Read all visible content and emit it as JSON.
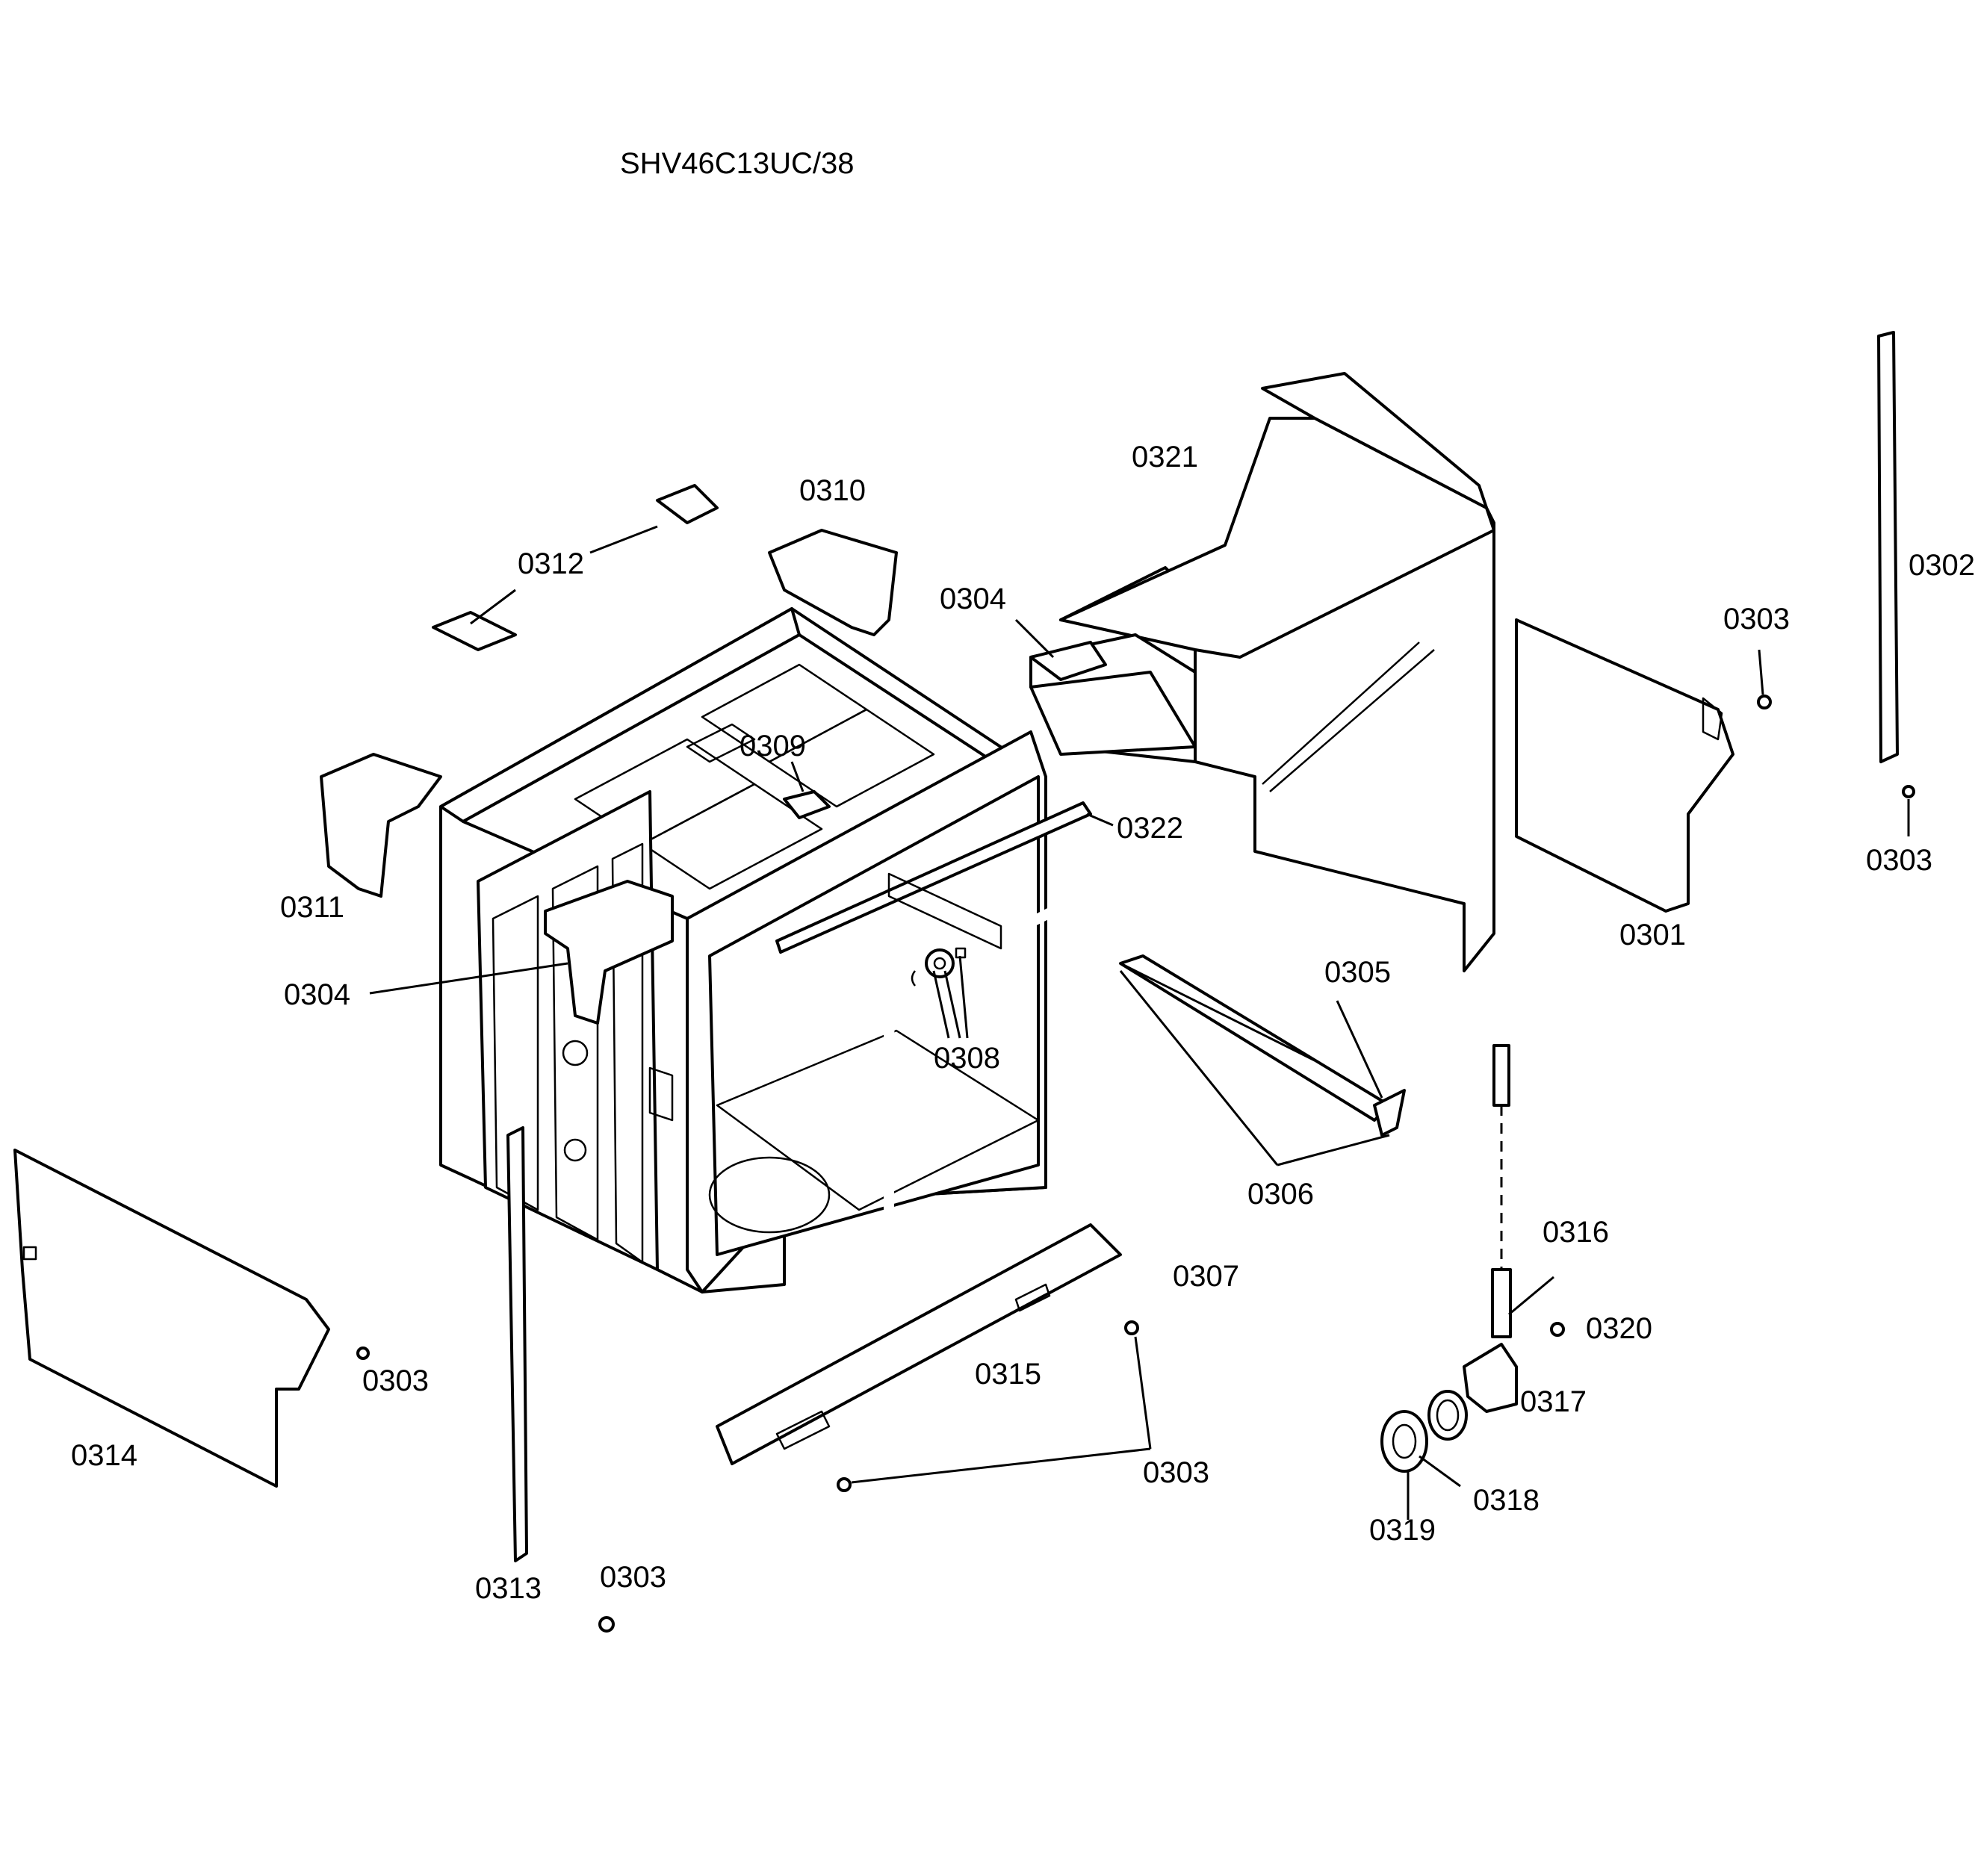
{
  "model": "SHV46C13UC/38",
  "labels": {
    "l0321": "0321",
    "l0310": "0310",
    "l0312": "0312",
    "l0304a": "0304",
    "l0309": "0309",
    "l0322": "0322",
    "l0311": "0311",
    "l0304b": "0304",
    "l0305": "0305",
    "l0308": "0308",
    "l0306": "0306",
    "l0307": "0307",
    "l0302": "0302",
    "l0303a": "0303",
    "l0303b": "0303",
    "l0301": "0301",
    "l0316": "0316",
    "l0320": "0320",
    "l0317": "0317",
    "l0318": "0318",
    "l0319": "0319",
    "l0314": "0314",
    "l0303c": "0303",
    "l0315": "0315",
    "l0303d": "0303",
    "l0313": "0313",
    "l0303e": "0303"
  }
}
